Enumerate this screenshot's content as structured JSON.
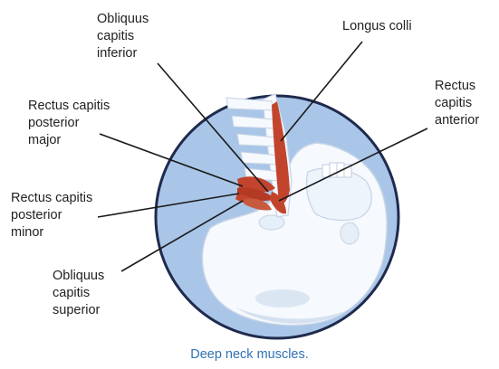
{
  "labels": {
    "obliquus_capitis_inferior": "Obliquus\ncapitis\ninferior",
    "longus_colli": "Longus colli",
    "rectus_capitis_anterior": "Rectus\ncapitis\nanterior",
    "rectus_capitis_posterior_major": "Rectus capitis\nposterior\nmajor",
    "rectus_capitis_posterior_minor": "Rectus capitis\nposterior\nminor",
    "obliquus_capitis_superior": "Obliquus\ncapitis\nsuperior"
  },
  "caption": "Deep neck muscles.",
  "colors": {
    "circle_fill": "#a9c6e8",
    "circle_stroke": "#1f2a4d",
    "muscle": "#c2442c",
    "bone": "#f6f9fd",
    "bone_shadow": "#d5e1f0",
    "leader_line": "#1a1a1a",
    "caption": "#2f72b5"
  }
}
